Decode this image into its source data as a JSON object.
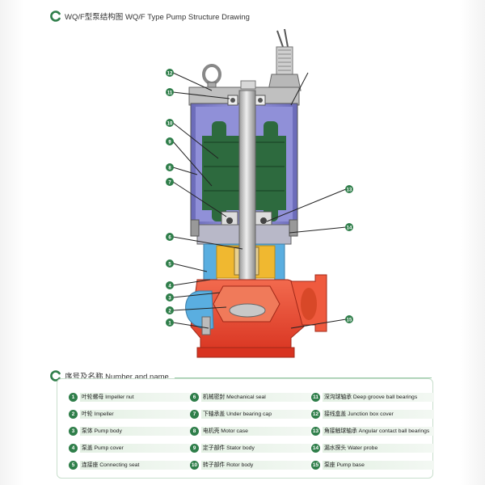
{
  "diagram": {
    "title": "WQ/F型泵结构图 WQ/F Type Pump Structure Drawing",
    "callouts": [
      "12",
      "11",
      "10",
      "9",
      "8",
      "7",
      "6",
      "5",
      "4",
      "3",
      "2",
      "1",
      "13",
      "14",
      "15"
    ]
  },
  "legend": {
    "title": "序号及名称 Number and name",
    "columns": [
      [
        {
          "num": "1",
          "label": "叶轮螺母 Impeller nut"
        },
        {
          "num": "2",
          "label": "叶轮 Impeller"
        },
        {
          "num": "3",
          "label": "泵体 Pump body"
        },
        {
          "num": "4",
          "label": "泵盖 Pump cover"
        },
        {
          "num": "5",
          "label": "连接座 Connecting seat"
        }
      ],
      [
        {
          "num": "6",
          "label": "机械密封 Mechanical seal"
        },
        {
          "num": "7",
          "label": "下轴承盖 Under bearing cap"
        },
        {
          "num": "8",
          "label": "电机壳 Motor case"
        },
        {
          "num": "9",
          "label": "定子部件 Stator body"
        },
        {
          "num": "10",
          "label": "转子部件 Rotor body"
        }
      ],
      [
        {
          "num": "11",
          "label": "深沟球轴承 Deep groove ball bearings"
        },
        {
          "num": "12",
          "label": "接线盒盖 Junction box cover"
        },
        {
          "num": "13",
          "label": "角接触球轴承 Angular contact ball bearings"
        },
        {
          "num": "14",
          "label": "漏水探头 Water probe"
        },
        {
          "num": "15",
          "label": "泵座 Pump base"
        }
      ]
    ]
  },
  "colors": {
    "accent_green": "#2f7e4a",
    "motor_purple": "#8080d0",
    "winding_green": "#2d6a3e",
    "pump_red": "#ee4430",
    "cover_blue": "#5aaee0",
    "seal_yellow": "#f0b830",
    "shaft_gray": "#c8c8c8"
  }
}
